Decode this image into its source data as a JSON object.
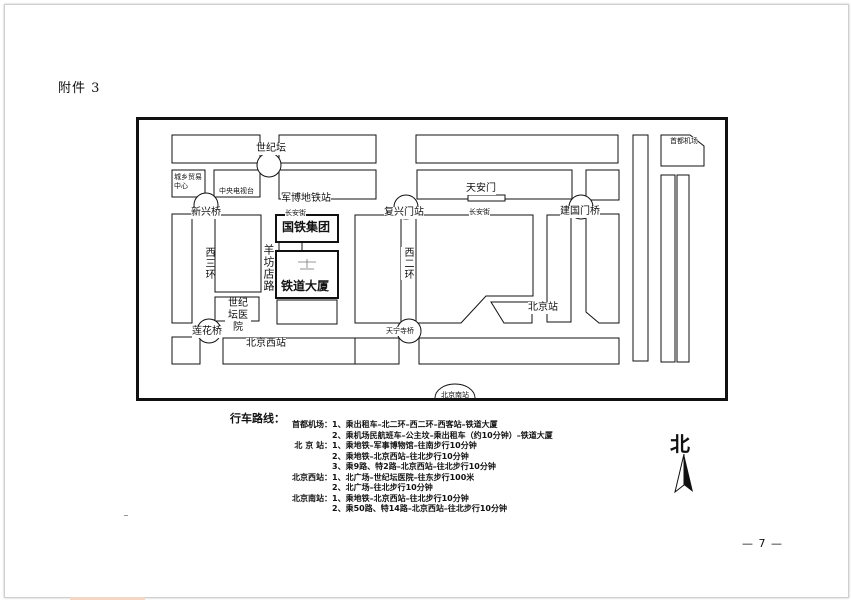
{
  "page": {
    "attachment_label": "附件 3",
    "page_number": "— 7 —"
  },
  "map": {
    "labels": {
      "capital_airport": "首都机场",
      "century_altar_top": "世纪坛",
      "urban_rural_trade": "城乡贸易中心",
      "cctv": "中央电视台",
      "military_museum_station": "军博地铁站",
      "xinxing_bridge": "新兴桥",
      "changan_street_left": "长安街",
      "changan_street_right": "长安街",
      "fuxingmen_station": "复兴门站",
      "tiananmen": "天安门",
      "jianguomen_bridge": "建国门桥",
      "railway_group": "国铁集团",
      "west_third_ring": "西三环",
      "yangfang_road": "羊坊店路",
      "railway_tower": "铁道大厦",
      "west_second_ring": "西二环",
      "beijing_station": "北京站",
      "century_hospital": "世纪坛医院",
      "lianhua_bridge": "莲花桥",
      "beijing_west_station": "北京西站",
      "tianning_bridge": "天宁寺桥",
      "beijing_south_station": "北京南站"
    }
  },
  "routes": {
    "title": "行车路线：",
    "rows": [
      {
        "origin": "首都机场：",
        "text": "1、乘出租车–北二环–西二环–西客站–铁道大厦"
      },
      {
        "origin": "",
        "text": "2、乘机场民航班车–公主坟–乘出租车（约10分钟）–铁道大厦"
      },
      {
        "origin": "北 京 站：",
        "text": "1、乘地铁–军事博物馆–往南步行10分钟"
      },
      {
        "origin": "",
        "text": "2、乘地铁–北京西站–往北步行10分钟"
      },
      {
        "origin": "",
        "text": "3、乘9路、特2路–北京西站–往北步行10分钟"
      },
      {
        "origin": "北京西站：",
        "text": "1、北广场–世纪坛医院–往东步行100米"
      },
      {
        "origin": "",
        "text": "2、北广场–往北步行10分钟"
      },
      {
        "origin": "北京南站：",
        "text": "1、乘地铁–北京西站–往北步行10分钟"
      },
      {
        "origin": "",
        "text": "2、乘50路、特14路–北京西站–往北步行10分钟"
      }
    ]
  },
  "compass": {
    "north_label": "北"
  }
}
